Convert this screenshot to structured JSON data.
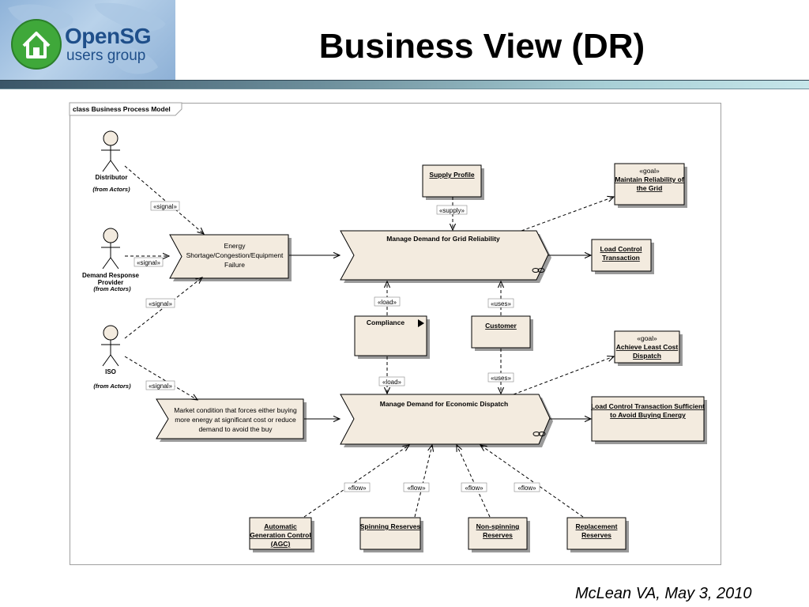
{
  "logo": {
    "name": "OpenSG",
    "sub": "users group"
  },
  "title": "Business View (DR)",
  "frame_label": "class Business Process Model",
  "actors": {
    "distributor": {
      "name": "Distributor",
      "from": "(from Actors)"
    },
    "drp": {
      "name1": "Demand Response",
      "name2": "Provider",
      "from": "(from Actors)"
    },
    "iso": {
      "name": "ISO",
      "from": "(from Actors)"
    }
  },
  "stereotypes": {
    "signal": "«signal»",
    "supply": "«supply»",
    "load": "«load»",
    "uses": "«uses»",
    "flow": "«flow»",
    "goal": "«goal»"
  },
  "events": {
    "energy": [
      "Energy",
      "Shortage/Congestion/Equipment",
      "Failure"
    ],
    "market": [
      "Market condition that forces either buying",
      "more energy at significant cost or reduce",
      "demand to avoid the buy"
    ]
  },
  "processes": {
    "grid": "Manage Demand for Grid Reliability",
    "dispatch": "Manage Demand for Economic Dispatch"
  },
  "classes": {
    "supply_profile": "Supply Profile",
    "compliance": "Compliance",
    "customer": "Customer",
    "goal_grid": [
      "Maintain Reliability of",
      "the Grid"
    ],
    "goal_cost": [
      "Achieve Least Cost",
      "Dispatch"
    ],
    "load_control": [
      "Load Control",
      "Transaction"
    ],
    "load_control_sufficient": [
      "Load Control Transaction Sufficient",
      "to Avoid Buying Energy"
    ],
    "agc": [
      "Automatic",
      "Generation Control",
      "(AGC)"
    ],
    "spinning": "Spinning Reserves",
    "nonspinning": [
      "Non-spinning",
      "Reserves"
    ],
    "replacement": [
      "Replacement",
      "Reserves"
    ]
  },
  "footer": "McLean VA, May 3, 2010",
  "colors": {
    "box_fill": "#f3ebdf",
    "shadow": "#9a9a9a",
    "brand_blue": "#1f4f8a",
    "brand_green": "#3fa83a"
  }
}
